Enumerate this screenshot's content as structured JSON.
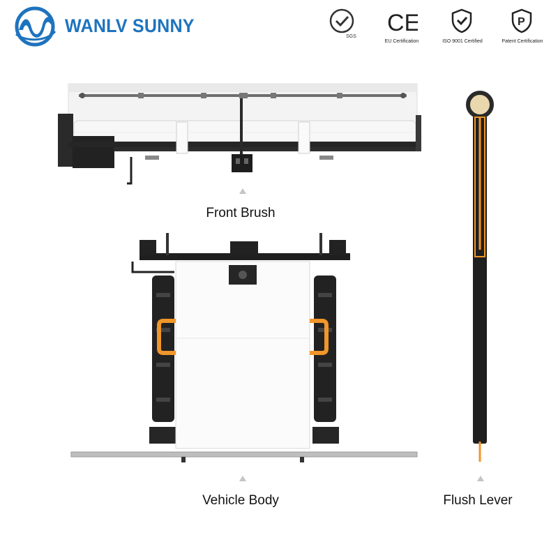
{
  "brand": {
    "name": "WANLV SUNNY",
    "logo_icon": "wave-w-logo"
  },
  "certifications": [
    {
      "label": "",
      "icon": "sgs-check-icon",
      "badge_text": "SGS"
    },
    {
      "label": "EU Certification",
      "icon": "ce-mark-icon",
      "badge_text": "CE"
    },
    {
      "label": "ISO 9001 Certified",
      "icon": "shield-check-icon"
    },
    {
      "label": "Patent Certification",
      "icon": "patent-p-icon",
      "badge_text": "P"
    }
  ],
  "components": [
    {
      "caption": "Front Brush"
    },
    {
      "caption": "Vehicle Body"
    },
    {
      "caption": "Flush Lever"
    }
  ],
  "colors": {
    "brand_blue": "#1e73be",
    "accent_orange": "#f0962a",
    "frame_black": "#1f1f1f",
    "pointer_gray": "#c4c4c4"
  }
}
